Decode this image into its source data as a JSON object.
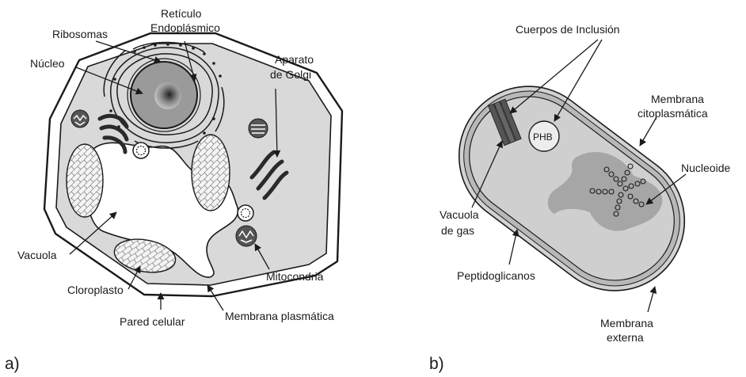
{
  "panel_a": {
    "tag": "a)",
    "labels": {
      "reticulo_1": "Retículo",
      "reticulo_2": "Endoplásmico",
      "ribosomas": "Ribosomas",
      "nucleo": "Núcleo",
      "aparato_1": "Aparato",
      "aparato_2": "de Golgi",
      "vacuola": "Vacuola",
      "cloroplasto": "Cloroplasto",
      "mitocondria": "Mitocondria",
      "pared": "Pared celular",
      "membrana_plasmatica": "Membrana plasmática"
    }
  },
  "panel_b": {
    "tag": "b)",
    "labels": {
      "cuerpos": "Cuerpos de Inclusión",
      "membrana_cito_1": "Membrana",
      "membrana_cito_2": "citoplasmática",
      "phb": "PHB",
      "nucleoide": "Nucleoide",
      "vacuola_gas_1": "Vacuola",
      "vacuola_gas_2": "de gas",
      "peptidoglicanos": "Peptidoglicanos",
      "membrana_ext_1": "Membrana",
      "membrana_ext_2": "externa"
    }
  }
}
